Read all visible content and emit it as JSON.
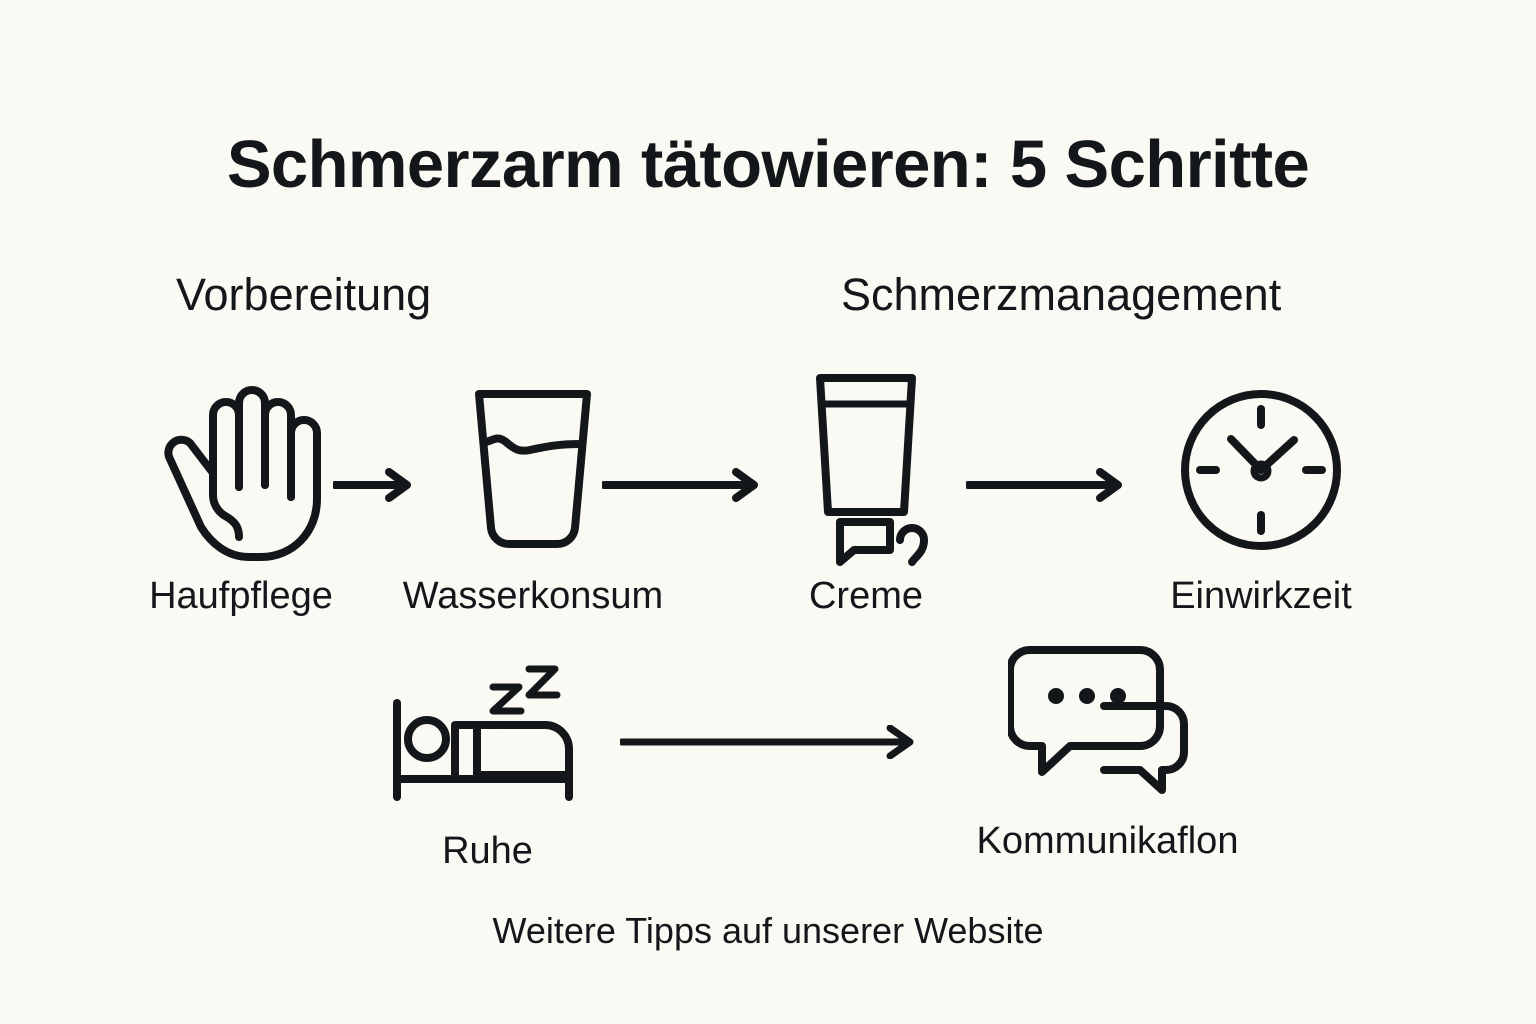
{
  "page": {
    "title": "Schmerzarm tätowieren: 5 Schritte",
    "footer": "Weitere Tipps auf unserer Website",
    "background_color": "#faf9f4",
    "ink_color": "#14171a"
  },
  "sections": [
    {
      "id": "vorbereitung",
      "label": "Vorbereitung"
    },
    {
      "id": "schmerzmanagement",
      "label": "Schmerzmanagement"
    }
  ],
  "steps": [
    {
      "id": "hautpflege",
      "label": "Haufpflege",
      "icon": "hand-icon",
      "row": 1,
      "order": 1
    },
    {
      "id": "wasser",
      "label": "Wasserkonsum",
      "icon": "water-glass-icon",
      "row": 1,
      "order": 2
    },
    {
      "id": "creme",
      "label": "Creme",
      "icon": "cream-tube-icon",
      "row": 1,
      "order": 3
    },
    {
      "id": "einwirkzeit",
      "label": "Einwirkzeit",
      "icon": "clock-icon",
      "row": 1,
      "order": 4
    },
    {
      "id": "ruhe",
      "label": "Ruhe",
      "icon": "bed-sleep-icon",
      "row": 2,
      "order": 5
    },
    {
      "id": "kommunikation",
      "label": "Kommunikaflon",
      "icon": "speech-bubbles-icon",
      "row": 2,
      "order": 6
    }
  ],
  "arrows": [
    {
      "id": "arrow-1",
      "from": "hautpflege",
      "to": "wasser",
      "length": 80
    },
    {
      "id": "arrow-2",
      "from": "wasser",
      "to": "creme",
      "length": 160
    },
    {
      "id": "arrow-3",
      "from": "creme",
      "to": "einwirkzeit",
      "length": 160
    },
    {
      "id": "arrow-4",
      "from": "ruhe",
      "to": "kommunikation",
      "length": 300
    }
  ],
  "icon_details": {
    "bed_sleep_letters": "zZ",
    "speech_bubble_dots": 3,
    "clock_tick_marks": 4
  }
}
